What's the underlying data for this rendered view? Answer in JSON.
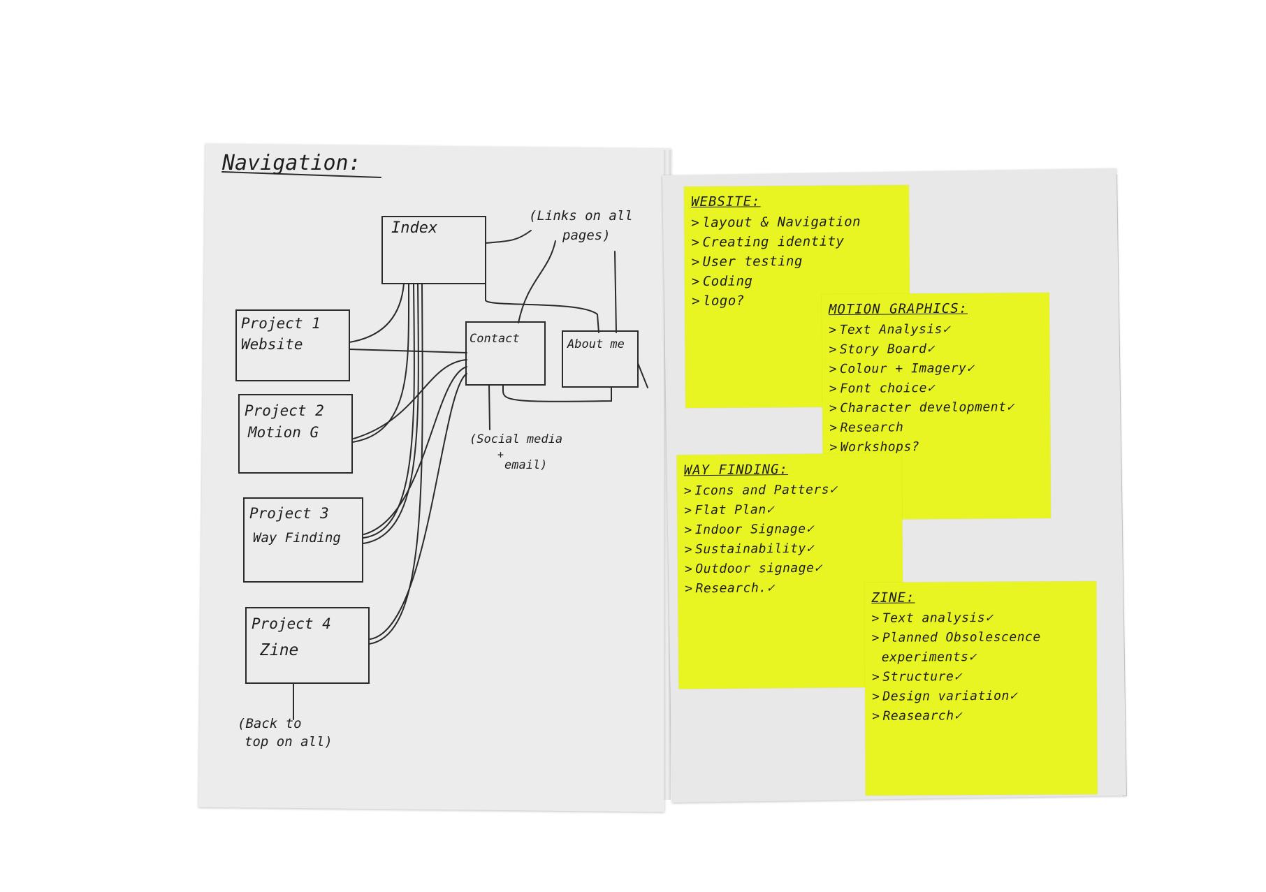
{
  "diagram": {
    "heading": "Navigation:",
    "nodes": {
      "index": "Index",
      "contact": "Contact",
      "about": "About me",
      "project1_line1": "Project 1",
      "project1_line2": "Website",
      "project2_line1": "Project 2",
      "project2_line2": "Motion G",
      "project3_line1": "Project 3",
      "project3_line2": "Way Finding",
      "project4_line1": "Project 4",
      "project4_line2": "Zine"
    },
    "annotations": {
      "links_line1": "(Links on all",
      "links_line2": "pages)",
      "social_line1": "(Social media",
      "social_line2": "+",
      "social_line3": "email)",
      "back_line1": "(Back to",
      "back_line2": "top on all)"
    }
  },
  "notes": {
    "website": {
      "title": "WEBSITE:",
      "items": [
        "layout & Navigation",
        "Creating identity",
        "User testing",
        "Coding",
        "logo?"
      ]
    },
    "motion": {
      "title": "MOTION GRAPHICS:",
      "items": [
        "Text Analysis✓",
        "Story Board✓",
        "Colour + Imagery✓",
        "Font choice✓",
        "Character development✓",
        "Research",
        "Workshops?"
      ]
    },
    "wayfinding": {
      "title": "WAY FINDING:",
      "items": [
        "Icons and Patters✓",
        "Flat Plan✓",
        "Indoor Signage✓",
        "Sustainability✓",
        "Outdoor signage✓",
        "Research.✓"
      ]
    },
    "zine": {
      "title": "ZINE:",
      "items": [
        "Text analysis✓",
        "Planned Obsolescence",
        "experiments✓",
        "Structure✓",
        "Design variation✓",
        "Reasearch✓"
      ]
    }
  },
  "colors": {
    "sticky_note": "#e9f522",
    "paper": "#ececec",
    "ink": "#1e1e1e"
  }
}
